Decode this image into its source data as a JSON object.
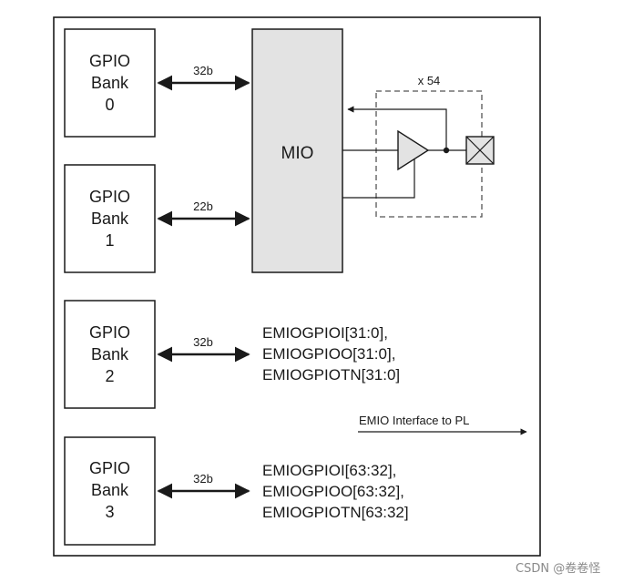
{
  "banks": [
    {
      "label": "GPIO",
      "sub": "Bank",
      "num": "0",
      "width": "32b"
    },
    {
      "label": "GPIO",
      "sub": "Bank",
      "num": "1",
      "width": "22b"
    },
    {
      "label": "GPIO",
      "sub": "Bank",
      "num": "2",
      "width": "32b"
    },
    {
      "label": "GPIO",
      "sub": "Bank",
      "num": "3",
      "width": "32b"
    }
  ],
  "mio": {
    "label": "MIO",
    "multiplier": "x 54"
  },
  "emio_signals": {
    "bank2": [
      "EMIOGPIOI[31:0],",
      "EMIOGPIOO[31:0],",
      "EMIOGPIOTN[31:0]"
    ],
    "bank3": [
      "EMIOGPIOI[63:32],",
      "EMIOGPIOO[63:32],",
      "EMIOGPIOTN[63:32]"
    ]
  },
  "emio_interface_label": "EMIO Interface to PL",
  "watermark": "CSDN @卷卷怪",
  "colors": {
    "mio_fill": "#e3e3e3",
    "line": "#1a1a1a",
    "dash": "#555555"
  }
}
